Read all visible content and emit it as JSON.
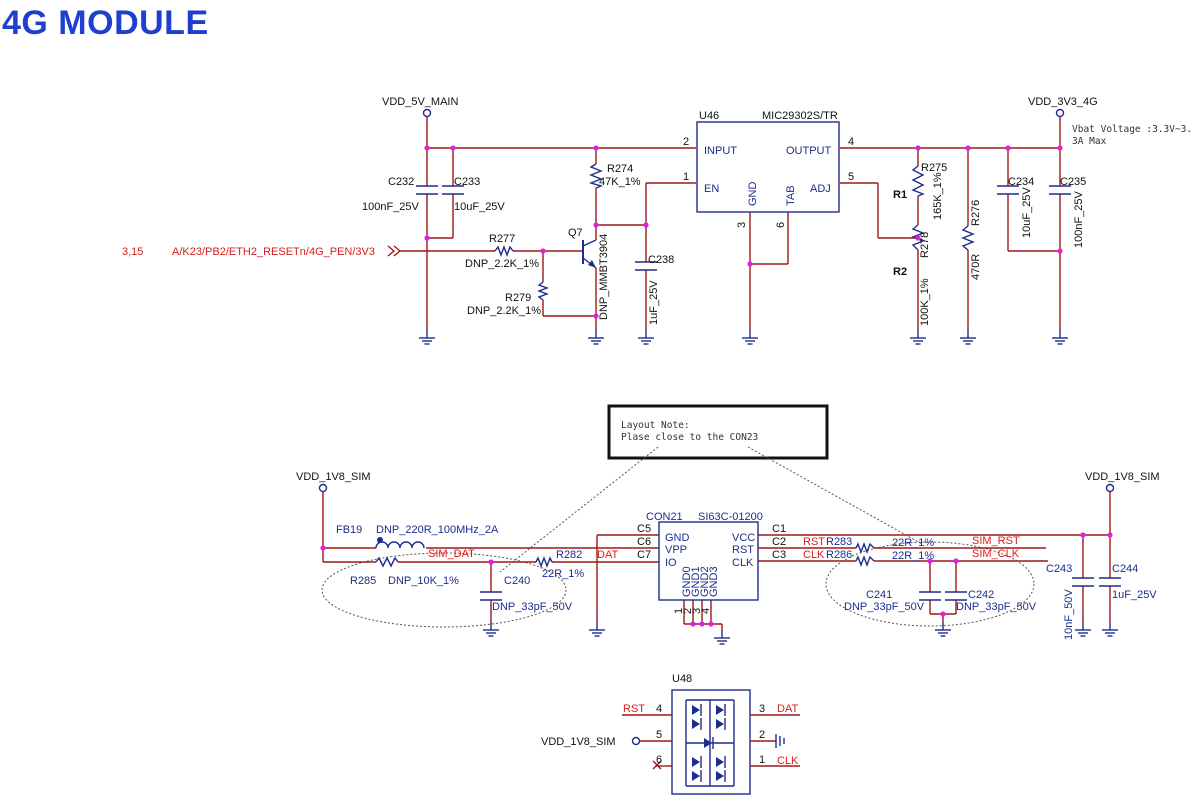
{
  "title": "4G MODULE",
  "colors": {
    "title": "#1e3fd0",
    "wire": "#a01818",
    "component": "#1c2d8c",
    "net_label": "#d81e1e",
    "junction": "#e020e0"
  },
  "power_labels": {
    "vdd_5v_main": "VDD_5V_MAIN",
    "vdd_3v3_4g": "VDD_3V3_4G",
    "vdd_1v8_sim_left": "VDD_1V8_SIM",
    "vdd_1v8_sim_right": "VDD_1V8_SIM",
    "vdd_1v8_sim_u48": "VDD_1V8_SIM"
  },
  "vbat_note": {
    "line1": "Vbat Voltage :3.3V~3.",
    "line2": "3A Max"
  },
  "regulator": {
    "ref": "U46",
    "part": "MIC29302S/TR",
    "pins": {
      "input": "INPUT",
      "output": "OUTPUT",
      "en": "EN",
      "gnd": "GND",
      "tab": "TAB",
      "adj": "ADJ"
    },
    "pin_numbers": {
      "input": "2",
      "output": "4",
      "en": "1",
      "adj": "5",
      "gnd": "3",
      "tab": "6"
    }
  },
  "components": {
    "c232": {
      "ref": "C232",
      "value": "100nF_25V"
    },
    "c233": {
      "ref": "C233",
      "value": "10uF_25V"
    },
    "r274": {
      "ref": "R274",
      "value": "47K_1%"
    },
    "q7": {
      "ref": "Q7",
      "value": "DNP_MMBT3904"
    },
    "c238": {
      "ref": "C238",
      "value": "1uF_25V"
    },
    "r277": {
      "ref": "R277",
      "value": "DNP_2.2K_1%"
    },
    "r279": {
      "ref": "R279",
      "value": "DNP_2.2K_1%"
    },
    "r275": {
      "ref": "R275",
      "value": "165K_1%",
      "role": "R1"
    },
    "r278": {
      "ref": "R278",
      "value": "100K_1%",
      "role": "R2"
    },
    "r276": {
      "ref": "R276",
      "value": "470R"
    },
    "c234": {
      "ref": "C234",
      "value": "10uF_25V"
    },
    "c235": {
      "ref": "C235",
      "value": "100nF_25V"
    },
    "fb19": {
      "ref": "FB19",
      "value": "DNP_220R_100MHz_2A"
    },
    "r285": {
      "ref": "R285",
      "value": "DNP_10K_1%"
    },
    "c240": {
      "ref": "C240",
      "value": "DNP_33pF_50V"
    },
    "r282": {
      "ref": "R282",
      "value": "22R_1%"
    },
    "r283": {
      "ref": "R283",
      "value": "22R_1%"
    },
    "r286": {
      "ref": "R286",
      "value": "22R_1%"
    },
    "c241": {
      "ref": "C241",
      "value": "DNP_33pF_50V"
    },
    "c242": {
      "ref": "C242",
      "value": "DNP_33pF_50V"
    },
    "c243": {
      "ref": "C243",
      "value": "10nF_50V"
    },
    "c244": {
      "ref": "C244",
      "value": "1uF_25V"
    }
  },
  "net_labels": {
    "reset_ref": "3,15",
    "reset_net": "A/K23/PB2/ETH2_RESETn/4G_PEN/3V3",
    "sim_dat": "SIM_DAT",
    "dat": "DAT",
    "rst": "RST",
    "clk": "CLK",
    "sim_rst": "SIM_RST",
    "sim_clk": "SIM_CLK"
  },
  "layout_note": {
    "line1": "Layout Note:",
    "line2": "Plase close to the CON23"
  },
  "sim_connector": {
    "ref": "CON21",
    "part": "SI63C-01200",
    "left_pins": [
      "C5",
      "C6",
      "C7"
    ],
    "left_names": [
      "GND",
      "VPP",
      "IO"
    ],
    "right_pins": [
      "C1",
      "C2",
      "C3"
    ],
    "right_names": [
      "VCC",
      "RST",
      "CLK"
    ],
    "bottom_names": [
      "GND0",
      "GND1",
      "GND2",
      "GND3"
    ],
    "bottom_numbers": [
      "1",
      "2",
      "3",
      "4"
    ]
  },
  "esd_array": {
    "ref": "U48",
    "pins": {
      "p4": "4",
      "p5": "5",
      "p6": "6",
      "p3": "3",
      "p2": "2",
      "p1": "1"
    },
    "labels": {
      "rst": "RST",
      "dat": "DAT",
      "clk": "CLK"
    }
  }
}
